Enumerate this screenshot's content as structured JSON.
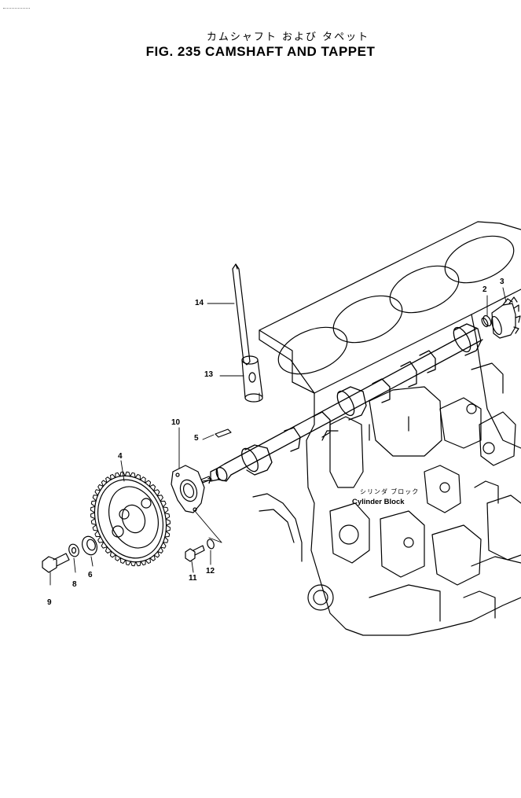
{
  "title": {
    "japanese": "カムシャフト および タペット",
    "english": "FIG. 235 CAMSHAFT AND TAPPET"
  },
  "cylinder_block_label": {
    "japanese": "シリンダ ブロック",
    "english": "Cylinder Block"
  },
  "callouts": [
    {
      "id": "callout-2",
      "text": "2"
    },
    {
      "id": "callout-3",
      "text": "3"
    },
    {
      "id": "callout-4",
      "text": "4"
    },
    {
      "id": "callout-5",
      "text": "5"
    },
    {
      "id": "callout-6",
      "text": "6"
    },
    {
      "id": "callout-7",
      "text": "7"
    },
    {
      "id": "callout-8",
      "text": "8"
    },
    {
      "id": "callout-9",
      "text": "9"
    },
    {
      "id": "callout-10",
      "text": "10"
    },
    {
      "id": "callout-11",
      "text": "11"
    },
    {
      "id": "callout-12",
      "text": "12"
    },
    {
      "id": "callout-13",
      "text": "13"
    },
    {
      "id": "callout-14",
      "text": "14"
    }
  ]
}
